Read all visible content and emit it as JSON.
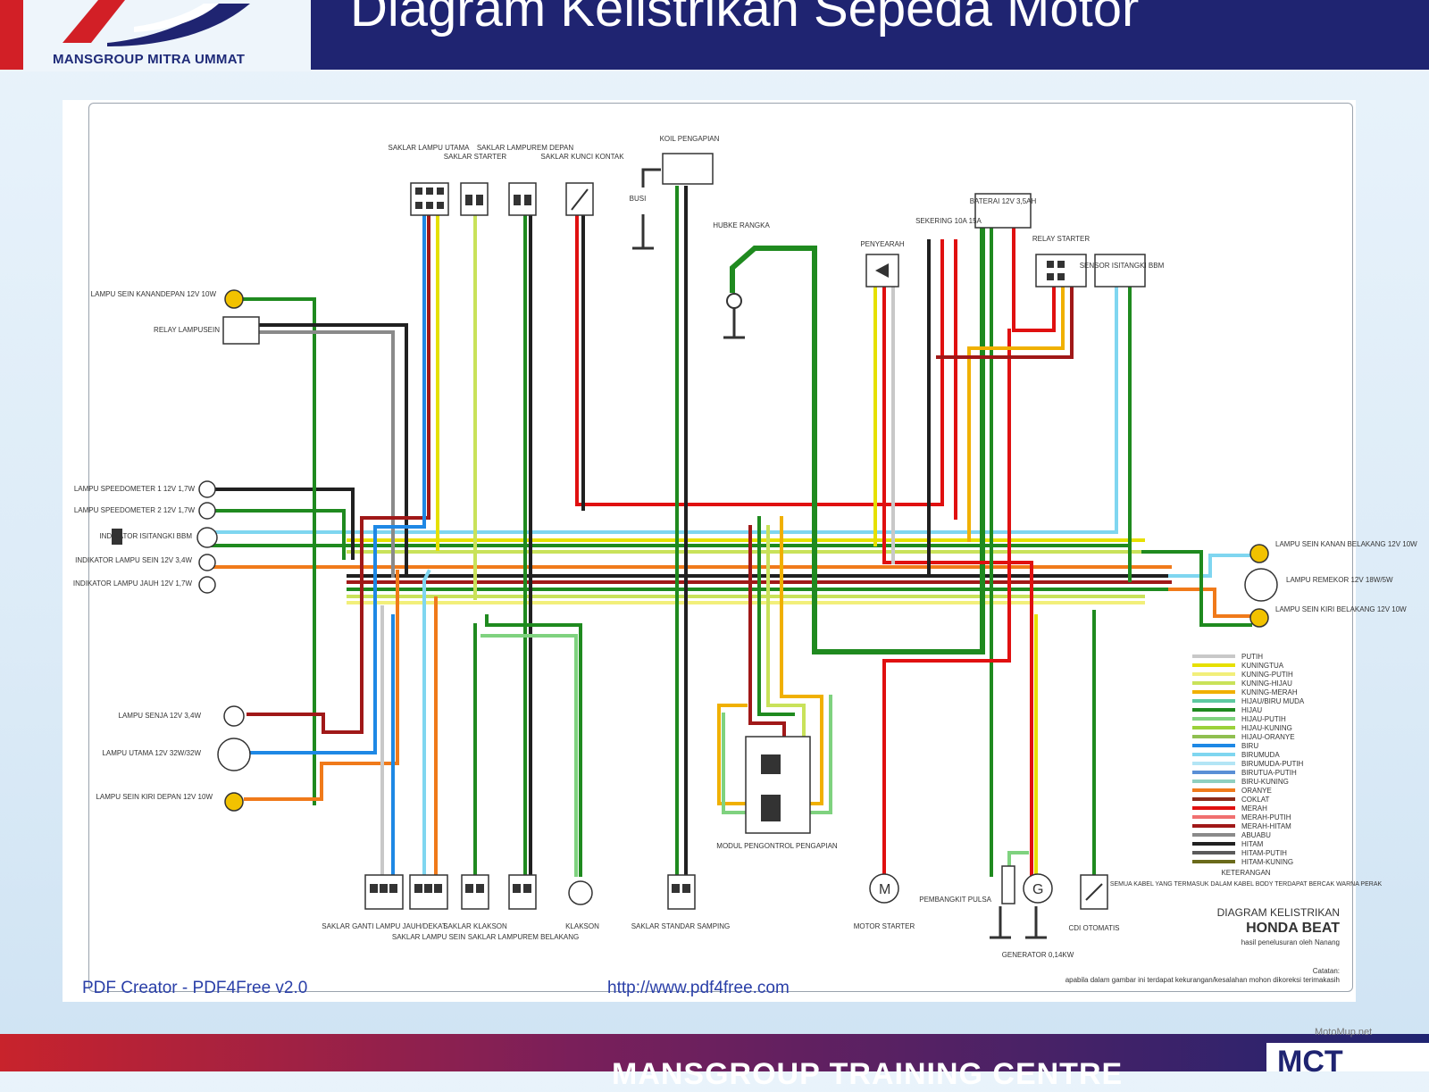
{
  "header": {
    "title": "Diagram Kelistrikan Sepeda Motor",
    "logo_text": "MANSGROUP MITRA UMMAT"
  },
  "diagram": {
    "components": {
      "saklar_lampu_utama": "SAKLAR LAMPU UTAMA",
      "saklar_starter": "SAKLAR STARTER",
      "saklar_lamprem_depan": "SAKLAR LAMPUREM DEPAN",
      "saklar_kunci_kontak": "SAKLAR KUNCI KONTAK",
      "koil_pengapian": "KOIL PENGAPIAN",
      "busi": "BUSI",
      "hubke_rangka": "HUBKE RANGKA",
      "penyearah": "PENYEARAH",
      "sekering": "SEKERING 10A 15A",
      "baterai": "BATERAI 12V 3,5AH",
      "relay_starter": "RELAY STARTER",
      "sensor_bbm": "SENSOR ISITANGKI BBM",
      "lampu_sein_kanan_depan": "LAMPU SEIN KANANDEPAN 12V 10W",
      "relay_lampu_sein": "RELAY LAMPUSEIN",
      "lampu_speedometer_1": "LAMPU SPEEDOMETER 1 12V 1,7W",
      "lampu_speedometer_2": "LAMPU SPEEDOMETER 2 12V 1,7W",
      "indikator_bbm": "INDIKATOR ISITANGKI BBM",
      "indikator_sein": "INDIKATOR LAMPU SEIN 12V 3,4W",
      "indikator_lampu_jauh": "INDIKATOR LAMPU JAUH 12V 1,7W",
      "lampu_senja": "LAMPU SENJA 12V 3,4W",
      "lampu_utama": "LAMPU UTAMA 12V 32W/32W",
      "lampu_sein_kiri_depan": "LAMPU SEIN KIRI DEPAN 12V 10W",
      "lampu_sein_kanan_belakang": "LAMPU SEIN KANAN BELAKANG 12V 10W",
      "lampu_rem_ekor": "LAMPU REMEKOR 12V 18W/5W",
      "lampu_sein_kiri_belakang": "LAMPU SEIN KIRI BELAKANG 12V 10W",
      "saklar_ganti_lampu": "SAKLAR GANTI LAMPU JAUH/DEKAT",
      "saklar_lampu_sein": "SAKLAR LAMPU SEIN",
      "saklar_klakson": "SAKLAR KLAKSON",
      "saklar_lampurem_belakang": "SAKLAR LAMPUREM BELAKANG",
      "klakson": "KLAKSON",
      "saklar_standar_samping": "SAKLAR STANDAR SAMPING",
      "modul_pengontrol": "MODUL PENGONTROL PENGAPIAN",
      "motor_starter": "MOTOR STARTER",
      "pembangkit_pulsa": "PEMBANGKIT PULSA",
      "generator": "GENERATOR 0,14KW",
      "cdi_otomatis": "CDI OTOMATIS"
    },
    "legend_items": [
      {
        "name": "PUTIH",
        "color": "#c8c8c8"
      },
      {
        "name": "KUNINGTUA",
        "color": "#e6e000"
      },
      {
        "name": "KUNING-PUTIH",
        "color": "#f2ef7a"
      },
      {
        "name": "KUNING-HIJAU",
        "color": "#c9e25a"
      },
      {
        "name": "KUNING-MERAH",
        "color": "#f0b000"
      },
      {
        "name": "HIJAU/BIRU MUDA",
        "color": "#5ec9a0"
      },
      {
        "name": "HIJAU",
        "color": "#1f8a1f"
      },
      {
        "name": "HIJAU-PUTIH",
        "color": "#7fd27f"
      },
      {
        "name": "HIJAU-KUNING",
        "color": "#9bd13a"
      },
      {
        "name": "HIJAU-ORANYE",
        "color": "#8fbf50"
      },
      {
        "name": "BIRU",
        "color": "#1e88e5"
      },
      {
        "name": "BIRUMUDA",
        "color": "#7fd6f0"
      },
      {
        "name": "BIRUMUDA-PUTIH",
        "color": "#b3e5f5"
      },
      {
        "name": "BIRUTUA-PUTIH",
        "color": "#5a8fd6"
      },
      {
        "name": "BIRU-KUNING",
        "color": "#8fd0c0"
      },
      {
        "name": "ORANYE",
        "color": "#f07a1a"
      },
      {
        "name": "COKLAT",
        "color": "#8b2a1a"
      },
      {
        "name": "MERAH",
        "color": "#e01010"
      },
      {
        "name": "MERAH-PUTIH",
        "color": "#f07070"
      },
      {
        "name": "MERAH-HITAM",
        "color": "#a01818"
      },
      {
        "name": "ABUABU",
        "color": "#8a8a8a"
      },
      {
        "name": "HITAM",
        "color": "#202020"
      },
      {
        "name": "HITAM-PUTIH",
        "color": "#5a5a5a"
      },
      {
        "name": "HITAM-KUNING",
        "color": "#6a6a1a"
      }
    ],
    "legend_title": "KETERANGAN",
    "legend_note": "SEMUA KABEL YANG TERMASUK DALAM KABEL BODY TERDAPAT BERCAK WARNA PERAK",
    "title_line1": "DIAGRAM KELISTRIKAN",
    "title_line2": "HONDA BEAT",
    "credit": "hasil penelusuran oleh Nanang",
    "note_title": "Catatan:",
    "note": "apabila dalam gambar ini terdapat kekurangan/kesalahan mohon dikoreksi terimakasih"
  },
  "footer": {
    "pdf_creator": "PDF Creator - PDF4Free v2.0",
    "url": "http://www.pdf4free.com",
    "bottom_text": "MANSGROUP TRAINING CENTRE",
    "bottom_logo": "MCT",
    "watermark": "MotoMup.net"
  },
  "colors": {
    "title_bar": "#1f2471",
    "logo_red": "#d21f26"
  }
}
